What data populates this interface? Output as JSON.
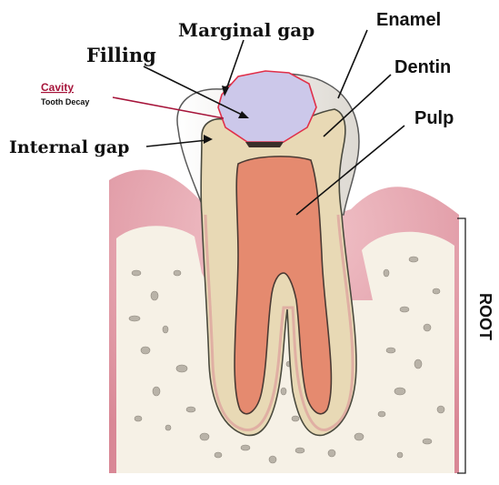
{
  "labels": {
    "marginal_gap": "Marginal gap",
    "filling": "Filling",
    "cavity": "Cavity",
    "tooth_decay": "Tooth Decay",
    "internal_gap": "Internal gap",
    "enamel": "Enamel",
    "dentin": "Dentin",
    "pulp": "Pulp",
    "root": "ROOT"
  },
  "colors": {
    "gum": "#e09aa5",
    "bone": "#f6f1e6",
    "enamel": "#f4f1ec",
    "dentin": "#e8d9b5",
    "pulp": "#e58a6f",
    "filling": "#ccc8ea",
    "filling_outline": "#e0304a",
    "cavity_text": "#a6143a"
  }
}
